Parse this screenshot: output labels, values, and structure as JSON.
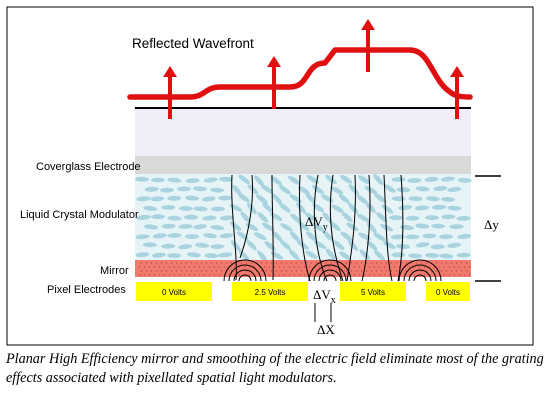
{
  "labels": {
    "reflected_wavefront": "Reflected Wavefront",
    "coverglass_electrode": "Coverglass Electrode",
    "liquid_crystal_modulator": "Liquid Crystal Modulator",
    "mirror": "Mirror",
    "pixel_electrodes": "Pixel Electrodes"
  },
  "pixels": [
    {
      "label": "0 Volts"
    },
    {
      "label": "2.5 Volts"
    },
    {
      "label": "5 Volts"
    },
    {
      "label": "0 Volts"
    }
  ],
  "symbols": {
    "delta_vy_main": "ΔV",
    "delta_vy_sub": "y",
    "delta_vx_main": "ΔV",
    "delta_vx_sub": "x",
    "delta_y": "Δy",
    "delta_x": "ΔX"
  },
  "caption": "Planar High Efficiency mirror and smoothing of the electric field eliminate most of the grating effects associated with pixellated spatial light modulators.",
  "colors": {
    "wavefront": "#e01010",
    "lc_layer": "#e6f3f7",
    "lc_molecule": "#a9d3df",
    "coverglass": "#d9d9d9",
    "top_layer": "#eeeef8",
    "mirror": "#f07a6e",
    "electrode": "#ffff00"
  }
}
